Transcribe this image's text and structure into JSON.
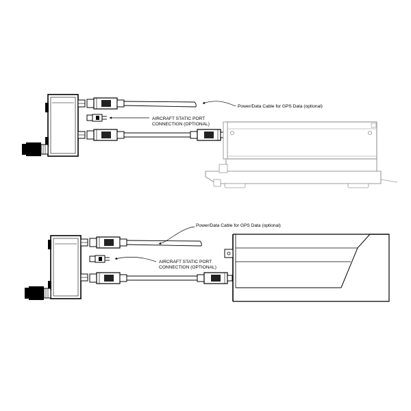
{
  "diagram": {
    "top": {
      "cable_label": "Power/Data Cable for GPS Data (optional)",
      "static_label_line1": "AIRCRAFT STATIC PORT",
      "static_label_line2": "CONNECTION (OPTIONAL)"
    },
    "bottom": {
      "cable_label": "Power/Data Cable for GPS Data (optional)",
      "static_label_line1": "AIRCRAFT STATIC PORT",
      "static_label_line2": "CONNECTION (OPTIONAL)"
    }
  }
}
